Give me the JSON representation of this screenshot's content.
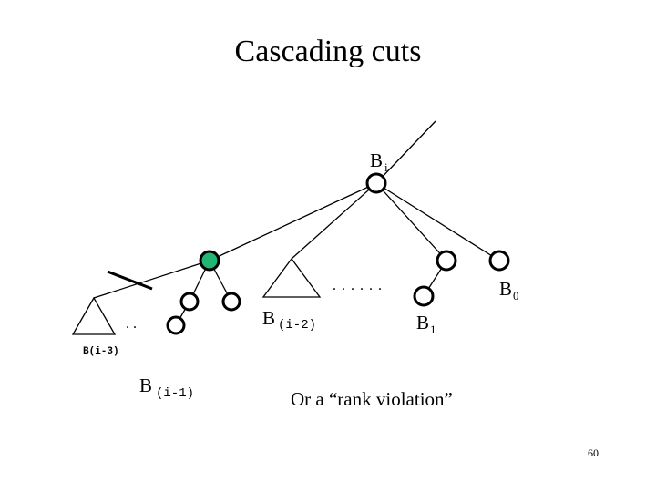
{
  "title": "Cascading cuts",
  "labels": {
    "root_B": "B",
    "root_sub": "i",
    "b0_B": "B",
    "b0_sub": "0",
    "b1_B": "B",
    "b1_sub": "1",
    "bi2_B": "B",
    "bi2_sub": "(i-2)",
    "bi1_B": "B",
    "bi1_sub": "(i-1)",
    "bi3": "B(i-3)",
    "dots_mid": ". . . . . .",
    "dots_left": ". .",
    "rank_violation": "Or a “rank violation”",
    "page_number": "60"
  },
  "colors": {
    "marked_node": "#22b573",
    "stroke": "#000000"
  }
}
